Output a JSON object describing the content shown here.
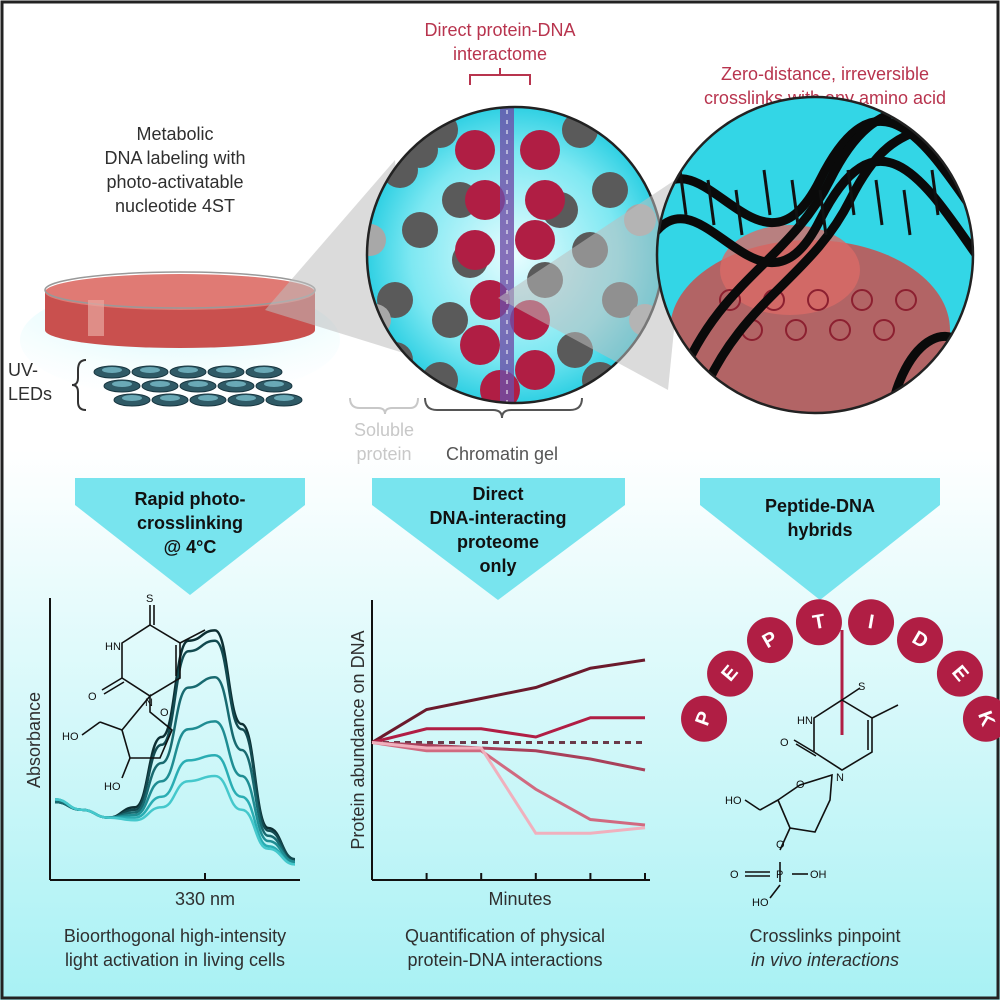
{
  "top": {
    "metabolic_label": [
      "Metabolic",
      "DNA labeling with",
      "photo-activatable",
      "nucleotide 4ST"
    ],
    "interactome_label": [
      "Direct protein-DNA",
      "interactome"
    ],
    "crosslink_label": [
      "Zero-distance, irreversible",
      "crosslinks with any amino acid"
    ],
    "uv_label": [
      "UV-",
      "LEDs"
    ],
    "soluble_label": [
      "Soluble",
      "protein"
    ],
    "chromatin_label": "Chromatin gel"
  },
  "arrows": [
    {
      "lines": [
        "Rapid photo-",
        "crosslinking",
        "@ 4°C"
      ]
    },
    {
      "lines": [
        "Direct",
        "DNA-interacting",
        "proteome",
        "only"
      ]
    },
    {
      "lines": [
        "Peptide-DNA",
        "hybrids"
      ]
    }
  ],
  "panels": {
    "left_caption": [
      "Bioorthogonal high-intensity",
      "light activation in living cells"
    ],
    "mid_caption": [
      "Quantification of physical",
      "protein-DNA interactions"
    ],
    "right_caption": [
      "Crosslinks pinpoint",
      "in vivo interactions"
    ]
  },
  "chem": {
    "s": "S",
    "hn": "HN",
    "o": "O",
    "n": "N",
    "ho": "HO",
    "p": "P",
    "oh": "OH"
  },
  "peptide": [
    "P",
    "E",
    "P",
    "T",
    "I",
    "D",
    "E",
    "K"
  ],
  "colors": {
    "cyan": "#33d6e6",
    "crimson": "#b01e44",
    "protein_grey": "#5a5a5a",
    "dish_red": "#c9504e"
  },
  "chart_data": [
    {
      "type": "line",
      "title": "",
      "xlabel": "330 nm",
      "ylabel": "Absorbance",
      "series": [
        {
          "values": [
            0.3,
            0.27,
            0.24,
            0.28,
            0.55,
            0.92,
            0.96,
            0.6,
            0.2,
            0.08
          ]
        },
        {
          "values": [
            0.3,
            0.27,
            0.24,
            0.27,
            0.52,
            0.88,
            0.92,
            0.58,
            0.19,
            0.08
          ]
        },
        {
          "values": [
            0.3,
            0.27,
            0.24,
            0.26,
            0.45,
            0.74,
            0.78,
            0.5,
            0.17,
            0.07
          ]
        },
        {
          "values": [
            0.31,
            0.27,
            0.24,
            0.25,
            0.38,
            0.58,
            0.61,
            0.4,
            0.15,
            0.07
          ]
        },
        {
          "values": [
            0.31,
            0.27,
            0.24,
            0.24,
            0.32,
            0.46,
            0.48,
            0.32,
            0.13,
            0.06
          ]
        },
        {
          "values": [
            0.31,
            0.27,
            0.24,
            0.23,
            0.28,
            0.38,
            0.4,
            0.27,
            0.12,
            0.06
          ]
        }
      ]
    },
    {
      "type": "line",
      "title": "",
      "xlabel": "Minutes",
      "ylabel": "Protein abundance  on DNA",
      "x": [
        0,
        1,
        2,
        3,
        4,
        5
      ],
      "series": [
        {
          "values": [
            0.5,
            0.62,
            0.66,
            0.7,
            0.77,
            0.8
          ]
        },
        {
          "values": [
            0.5,
            0.55,
            0.55,
            0.52,
            0.59,
            0.59
          ]
        },
        {
          "values": [
            0.5,
            0.5,
            0.5,
            0.5,
            0.5,
            0.5
          ]
        },
        {
          "values": [
            0.5,
            0.49,
            0.48,
            0.47,
            0.44,
            0.4
          ]
        },
        {
          "values": [
            0.5,
            0.47,
            0.47,
            0.33,
            0.22,
            0.2
          ]
        },
        {
          "values": [
            0.5,
            0.48,
            0.48,
            0.17,
            0.17,
            0.19
          ]
        }
      ]
    }
  ]
}
